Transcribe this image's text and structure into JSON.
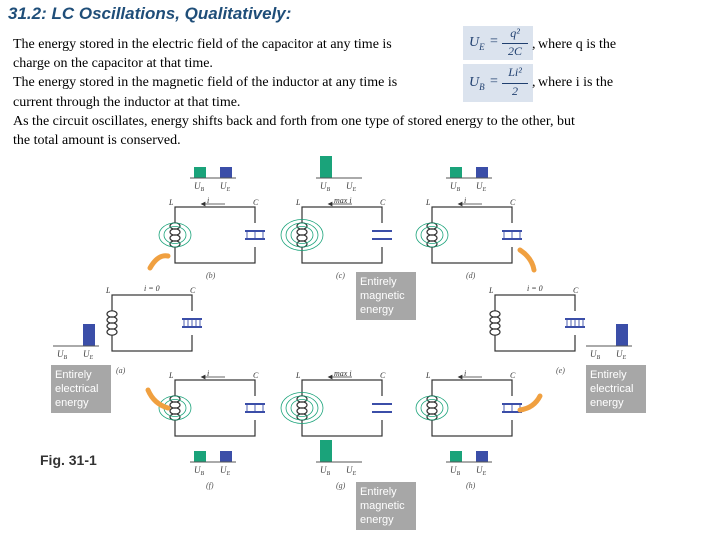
{
  "title": "31.2: LC Oscillations, Qualitatively:",
  "lines": {
    "l1": "The energy stored in the electric field of the capacitor at any time is",
    "l1_tail": "where q is the",
    "l2": "charge on the capacitor at that time.",
    "l3": "The energy stored in the magnetic field of the inductor at any time is",
    "l3_tail": "where i is the",
    "l4": "current through the inductor at that time.",
    "l5": "As the circuit oscillates, energy shifts back and forth from one type of stored energy to the other, but",
    "l6": "the total amount is conserved."
  },
  "formulas": {
    "ue_lhs": "U",
    "ue_sub": "E",
    "ue_num": "q²",
    "ue_den": "2C",
    "ub_lhs": "U",
    "ub_sub": "B",
    "ub_num": "Li²",
    "ub_den": "2",
    "eq": "=",
    "comma": ","
  },
  "figure": {
    "caption": "Fig. 31-1",
    "energy_labels": {
      "magnetic": [
        "Entirely",
        "magnetic",
        "energy"
      ],
      "electrical": [
        "Entirely",
        "electrical",
        "energy"
      ]
    },
    "bar_labels": {
      "ub": "U",
      "ue": "U",
      "b": "B",
      "e": "E"
    },
    "panel_letters": [
      "(a)",
      "(b)",
      "(c)",
      "(d)",
      "(e)",
      "(f)",
      "(g)",
      "(h)"
    ],
    "i_labels": {
      "i": "i",
      "max_i": "max i",
      "i_zero": "i = 0"
    },
    "component_labels": {
      "L": "L",
      "C": "C"
    },
    "bars": {
      "a": {
        "ub": 0.0,
        "ue": 1.0
      },
      "b": {
        "ub": 0.5,
        "ue": 0.5
      },
      "c": {
        "ub": 1.0,
        "ue": 0.0
      },
      "d": {
        "ub": 0.5,
        "ue": 0.5
      },
      "e": {
        "ub": 0.0,
        "ue": 1.0
      },
      "f": {
        "ub": 0.5,
        "ue": 0.5
      },
      "g": {
        "ub": 1.0,
        "ue": 0.0
      },
      "h": {
        "ub": 0.5,
        "ue": 0.5
      }
    },
    "colors": {
      "magnetic": "#1aa37a",
      "electric": "#3b4ea8",
      "arrow": "#f0a040",
      "wire": "#333333"
    }
  }
}
